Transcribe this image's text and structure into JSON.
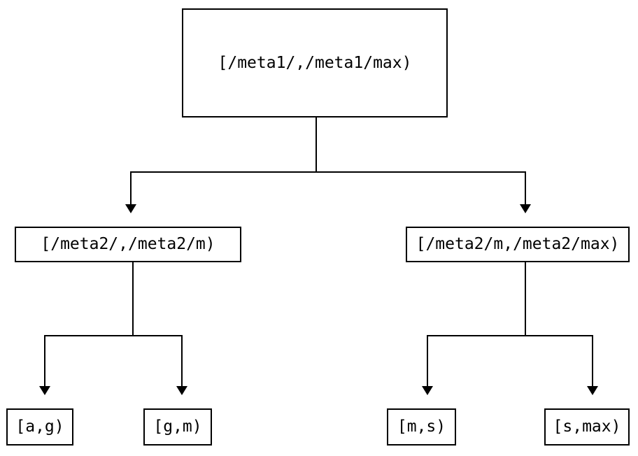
{
  "diagram": {
    "type": "tree",
    "title": "",
    "background_color": "#ffffff",
    "line_color": "#000000",
    "text_color": "#000000",
    "nodes": {
      "root": {
        "label": "[/meta1/,/meta1/max)",
        "level": 0
      },
      "mid_left": {
        "label": "[/meta2/,/meta2/m)",
        "level": 1
      },
      "mid_right": {
        "label": "[/meta2/m,/meta2/max)",
        "level": 1
      },
      "leaf_ag": {
        "label": "[a,g)",
        "level": 2
      },
      "leaf_gm": {
        "label": "[g,m)",
        "level": 2
      },
      "leaf_ms": {
        "label": "[m,s)",
        "level": 2
      },
      "leaf_smax": {
        "label": "[s,max)",
        "level": 2
      }
    },
    "edges": [
      {
        "from": "root",
        "to": "mid_left",
        "arrow": "down-triangle"
      },
      {
        "from": "root",
        "to": "mid_right",
        "arrow": "down-triangle"
      },
      {
        "from": "mid_left",
        "to": "leaf_ag",
        "arrow": "down-triangle"
      },
      {
        "from": "mid_left",
        "to": "leaf_gm",
        "arrow": "down-triangle"
      },
      {
        "from": "mid_right",
        "to": "leaf_ms",
        "arrow": "down-triangle"
      },
      {
        "from": "mid_right",
        "to": "leaf_smax",
        "arrow": "down-triangle"
      }
    ]
  }
}
